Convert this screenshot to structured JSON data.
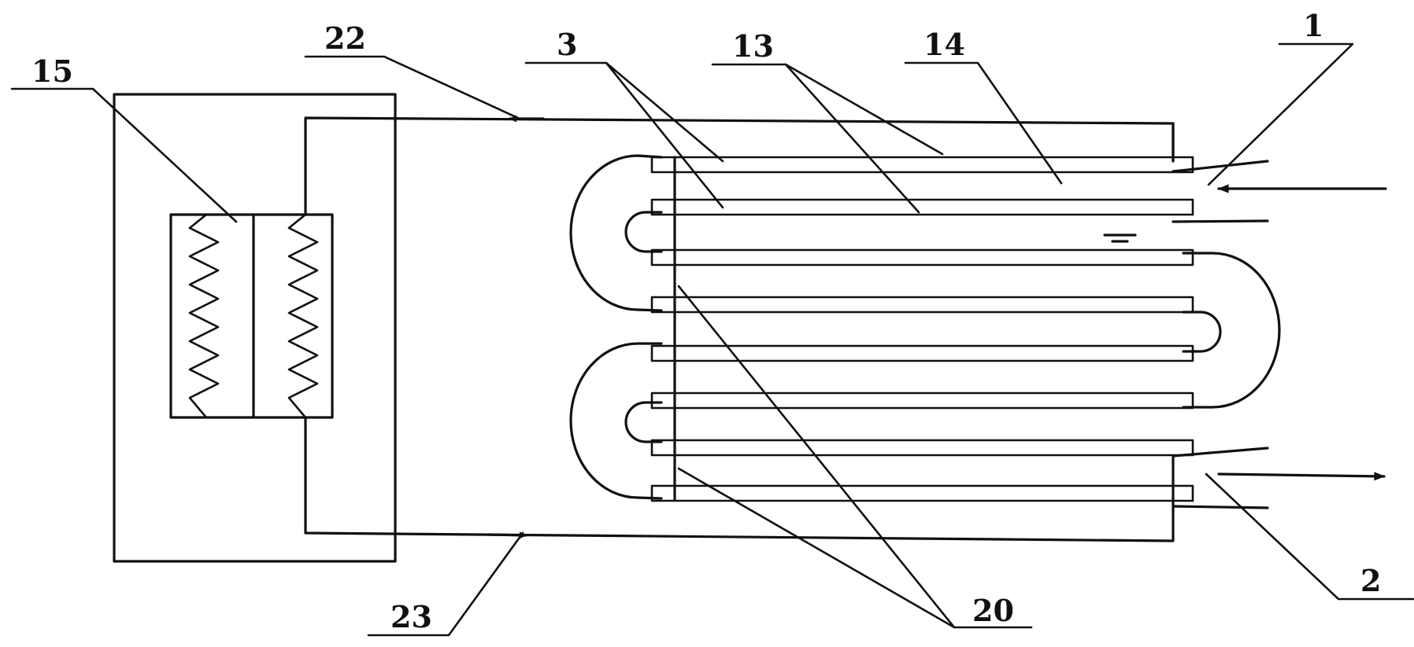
{
  "labels": {
    "l1": "1",
    "l2": "2",
    "l3": "3",
    "l13": "13",
    "l14": "14",
    "l15": "15",
    "l20": "20",
    "l22": "22",
    "l23": "23"
  },
  "colors": {
    "ink": "#111111",
    "background": "#ffffff"
  }
}
